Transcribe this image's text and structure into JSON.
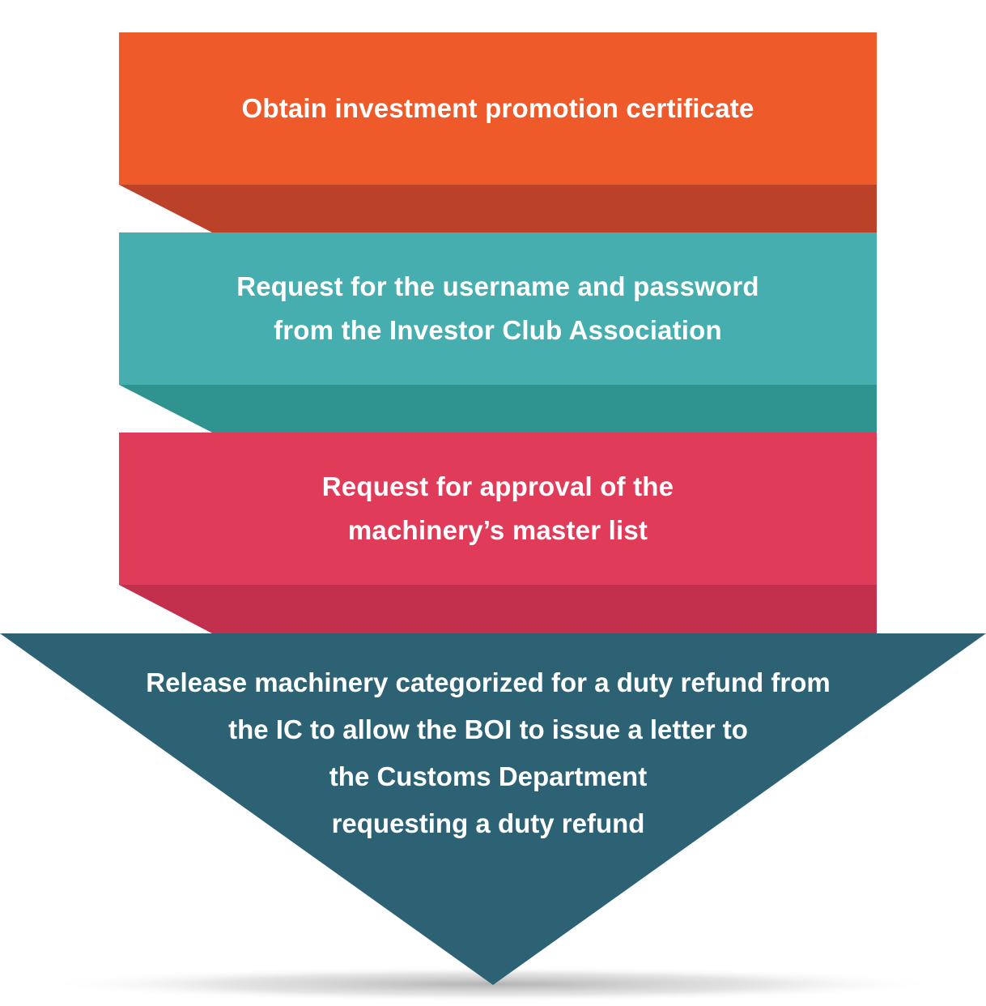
{
  "steps": [
    {
      "lines": [
        "Obtain investment promotion certificate"
      ],
      "color": "#EF5A2B",
      "fold_color": "#BC4129"
    },
    {
      "lines": [
        "Request for the username and password",
        "from the Investor Club Association"
      ],
      "color": "#47AEAF",
      "fold_color": "#2F9390"
    },
    {
      "lines": [
        "Request for approval of the",
        "machinery’s master list"
      ],
      "color": "#E03C5A",
      "fold_color": "#C3304E"
    }
  ],
  "final_step": {
    "lines": [
      "Release machinery categorized for a duty refund from",
      "the IC to allow the BOI to issue a letter to",
      "the Customs Department",
      "requesting a duty refund"
    ],
    "color": "#2D6174"
  }
}
